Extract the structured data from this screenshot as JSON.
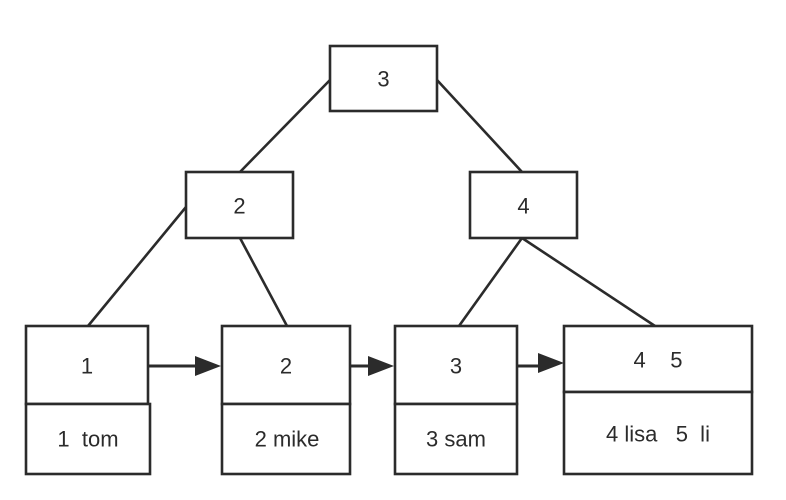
{
  "colors": {
    "line": "#2b2b2b",
    "background": "#ffffff"
  },
  "tree": {
    "root": {
      "key": "3"
    },
    "internal_left": {
      "key": "2"
    },
    "internal_right": {
      "key": "4"
    },
    "leaves": [
      {
        "keys": "1",
        "records": "1  tom"
      },
      {
        "keys": "2",
        "records": "2 mike"
      },
      {
        "keys": "3",
        "records": "3 sam"
      },
      {
        "keys": "4    5",
        "records": "4 lisa   5  li"
      }
    ]
  }
}
